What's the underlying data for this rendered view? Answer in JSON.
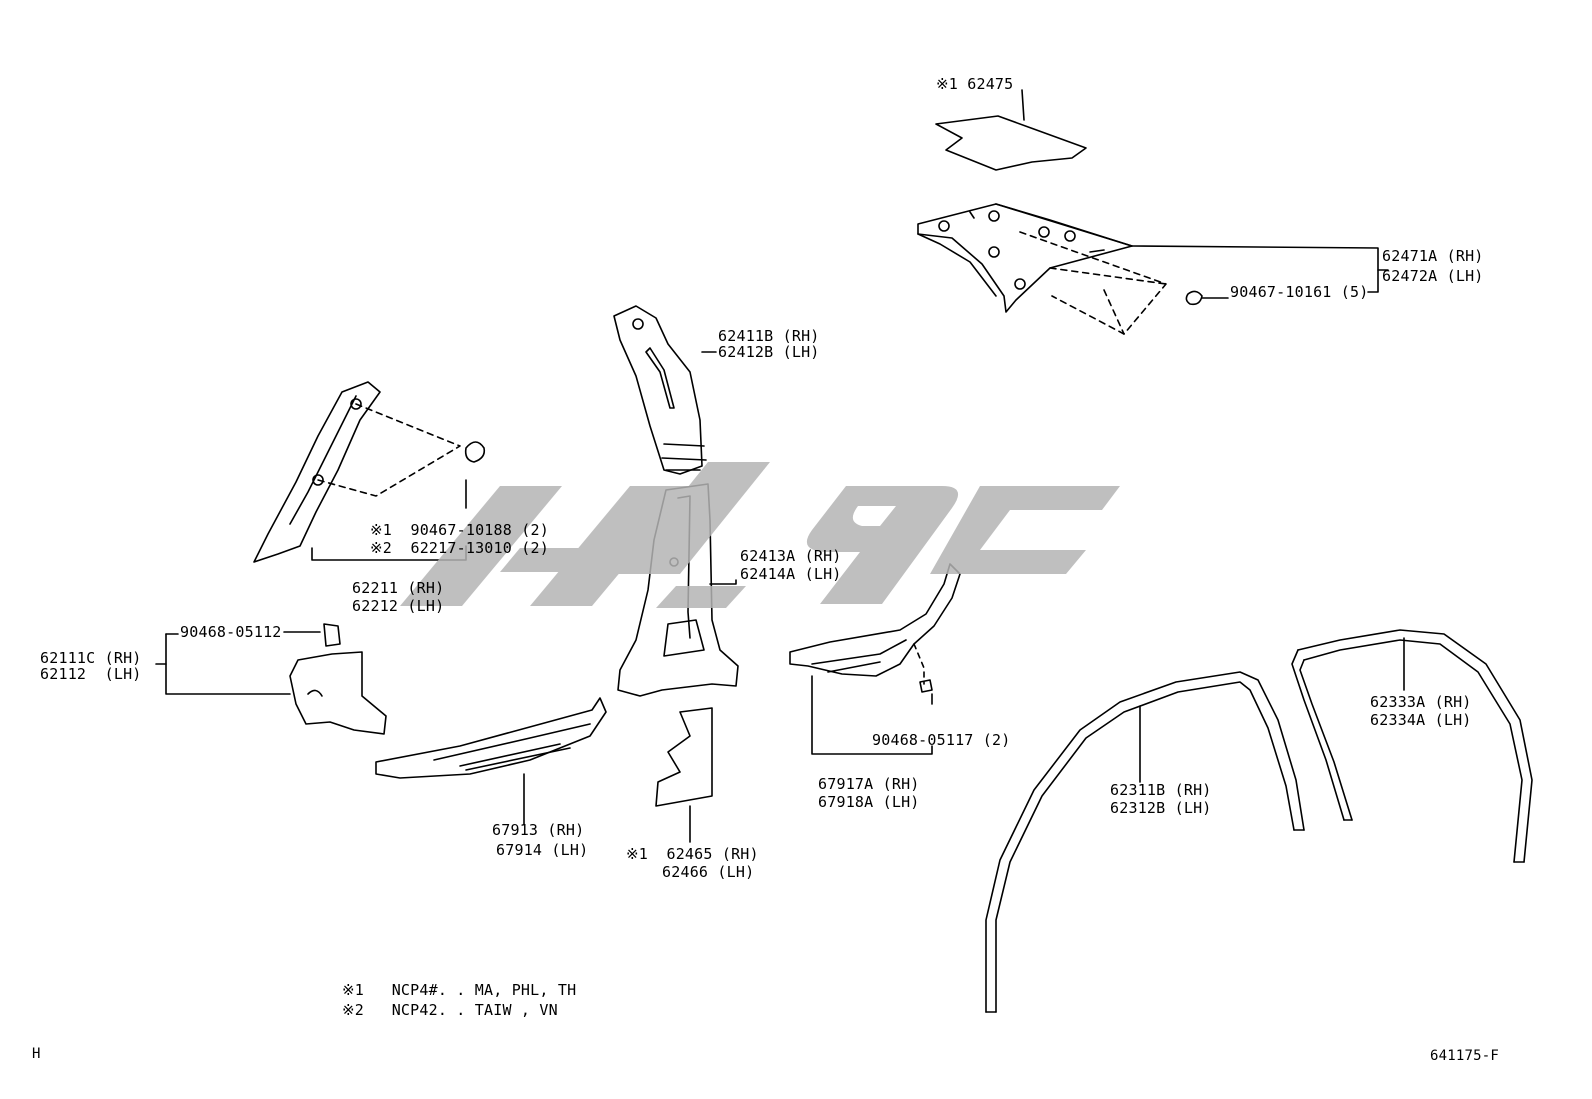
{
  "watermark_color": "#b4b4b4",
  "line_color": "#000000",
  "labels": {
    "p62475": "※1 62475",
    "p62471a": "62471A (RH)",
    "p62472a": "62472A (LH)",
    "clip_90467_10161": "90467-10161 (5)",
    "p62411b": "62411B (RH)",
    "p62412b": "62412B (LH)",
    "clip_90467_10188": "※1  90467-10188 (2)",
    "clip_62217_13010": "※2  62217-13010 (2)",
    "p62211": "62211 (RH)",
    "p62212": "62212 (LH)",
    "p62413a": "62413A (RH)",
    "p62414a": "62414A (LH)",
    "clip_90468_05112": "90468-05112",
    "p62111c": "62111C (RH)",
    "p62112": "62112  (LH)",
    "p67913": "67913 (RH)",
    "p67914": "67914 (LH)",
    "p62465": "※1  62465 (RH)",
    "p62466": "62466 (LH)",
    "clip_90468_05117": "90468-05117 (2)",
    "p67917a": "67917A (RH)",
    "p67918a": "67918A (LH)",
    "p62311b": "62311B (RH)",
    "p62312b": "62312B (LH)",
    "p62333a": "62333A (RH)",
    "p62334a": "62334A (LH)"
  },
  "notes": [
    "※1   NCP4#. . MA, PHL, TH",
    "※2   NCP42. . TAIW , VN"
  ],
  "corner_left": "H",
  "corner_right": "641175-F"
}
